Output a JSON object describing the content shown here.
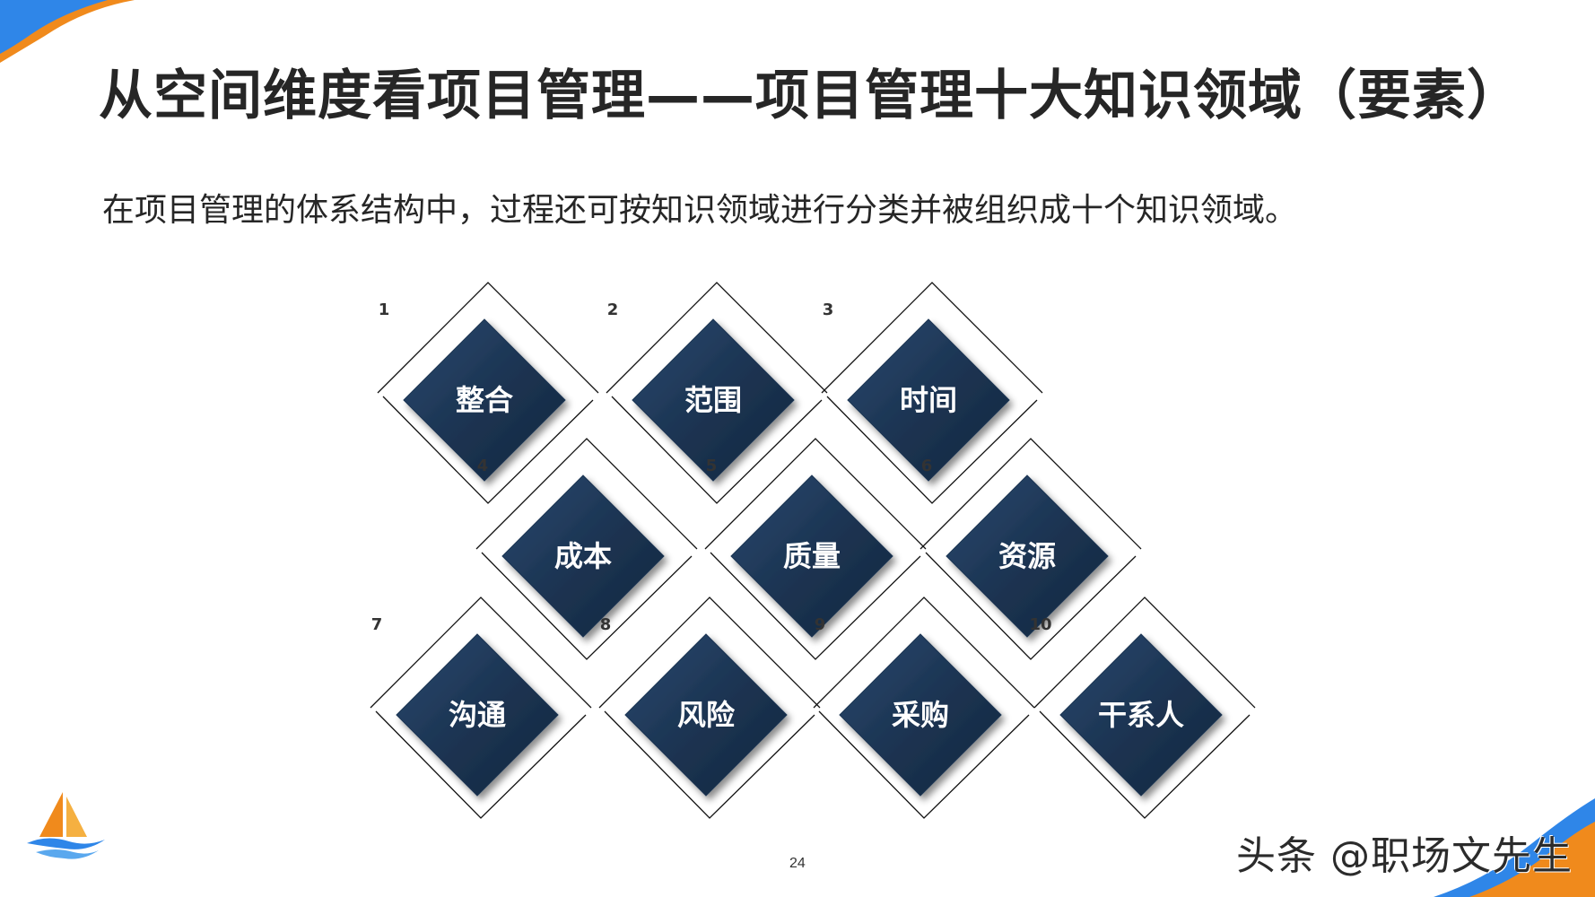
{
  "slide": {
    "title": "从空间维度看项目管理——项目管理十大知识领域（要素）",
    "subtitle": "在项目管理的体系结构中，过程还可按知识领域进行分类并被组织成十个知识领域。",
    "page_number": "24",
    "watermark": "头条 @职场文先生"
  },
  "areas": [
    {
      "num": "1",
      "label": "整合"
    },
    {
      "num": "2",
      "label": "范围"
    },
    {
      "num": "3",
      "label": "时间"
    },
    {
      "num": "4",
      "label": "成本"
    },
    {
      "num": "5",
      "label": "质量"
    },
    {
      "num": "6",
      "label": "资源"
    },
    {
      "num": "7",
      "label": "沟通"
    },
    {
      "num": "8",
      "label": "风险"
    },
    {
      "num": "9",
      "label": "采购"
    },
    {
      "num": "10",
      "label": "干系人"
    }
  ],
  "colors": {
    "diamond_fill": "#1c3452",
    "accent_orange": "#f08a1c",
    "accent_blue": "#2f86e8"
  },
  "icons": {
    "logo": "sailboat-logo-icon"
  }
}
